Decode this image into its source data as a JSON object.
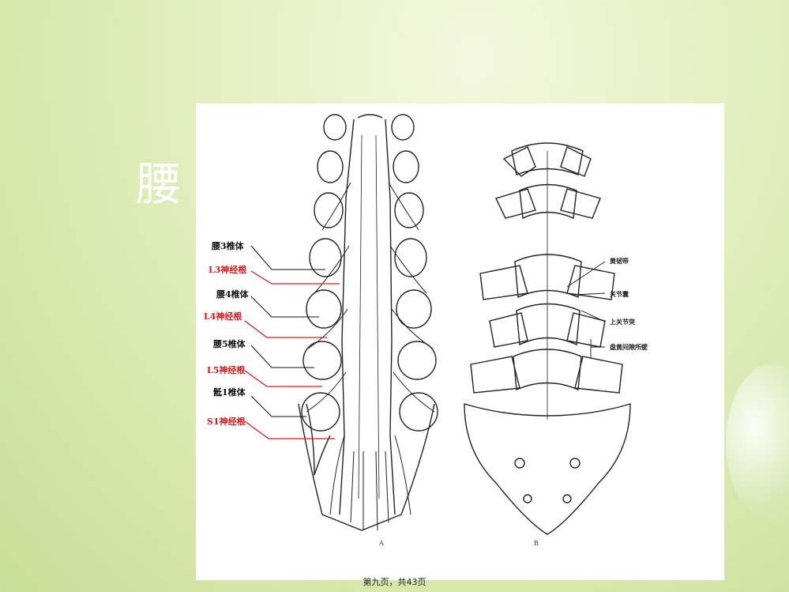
{
  "slide": {
    "title": "腰"
  },
  "figure": {
    "left_labels": [
      {
        "text": "腰3椎体",
        "color": "black"
      },
      {
        "text": "L3神经根",
        "color": "red"
      },
      {
        "text": "腰4椎体",
        "color": "black"
      },
      {
        "text": "L4神经根",
        "color": "red"
      },
      {
        "text": "腰5椎体",
        "color": "black"
      },
      {
        "text": "L5神经根",
        "color": "red"
      },
      {
        "text": "骶1椎体",
        "color": "black"
      },
      {
        "text": "S1神经根",
        "color": "red"
      }
    ],
    "right_labels": [
      "黄韧带",
      "关节囊",
      "上关节突",
      "盘黄间隙所壁"
    ],
    "letter_a": "A",
    "letter_b": "B",
    "accent_red": "#e0181b"
  },
  "footer": {
    "page_text": "第九页，共43页"
  }
}
